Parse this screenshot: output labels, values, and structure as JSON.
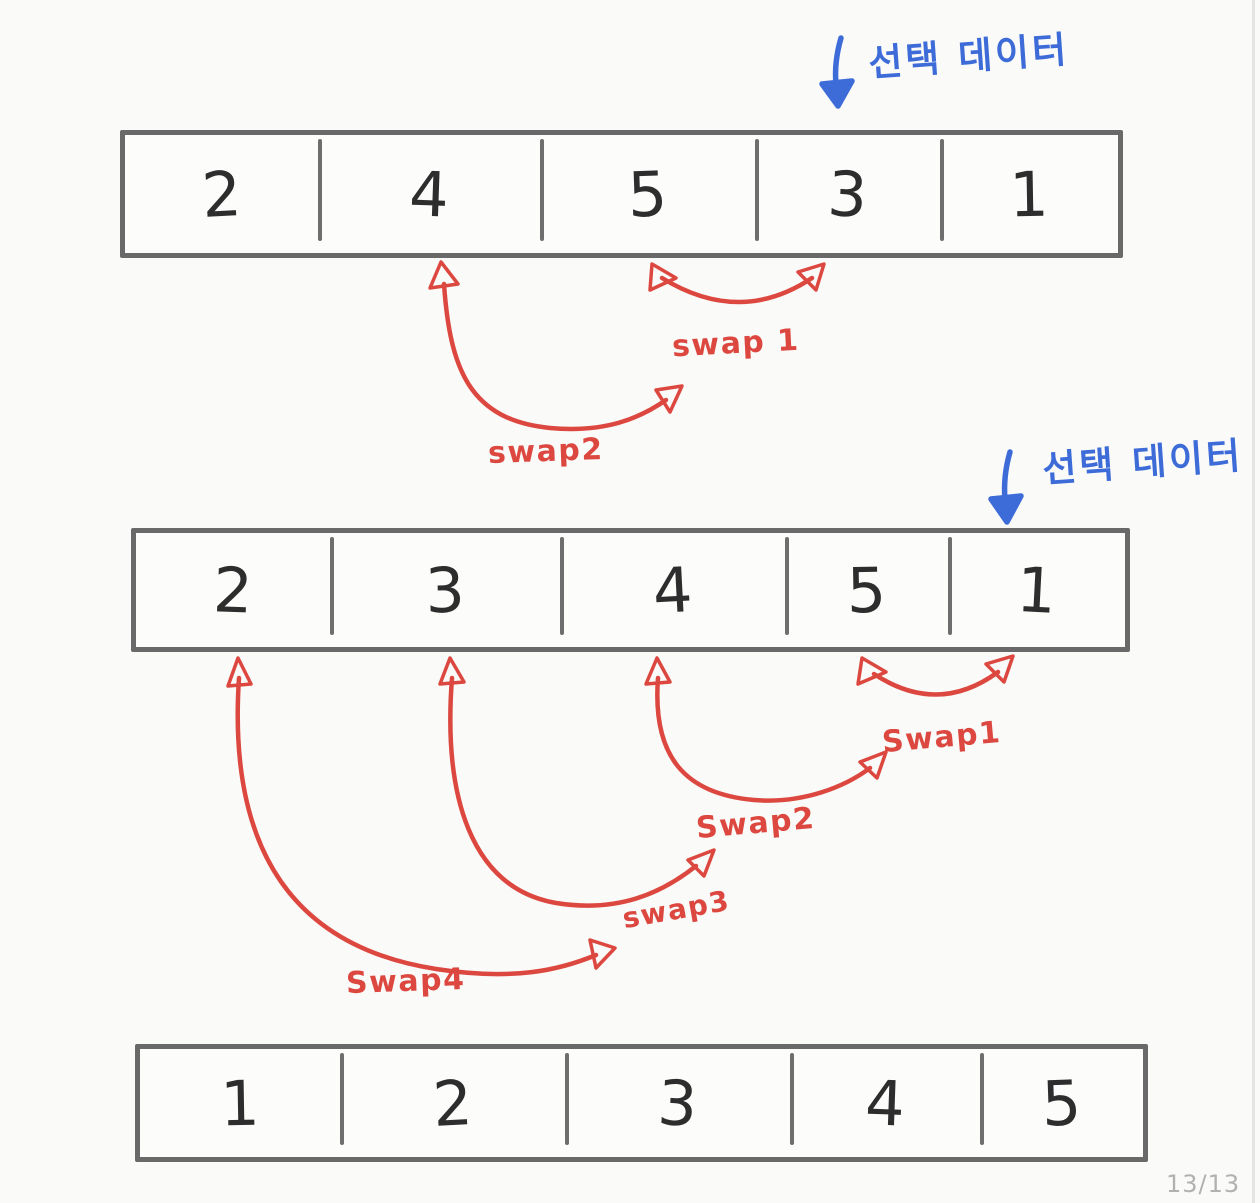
{
  "page": {
    "indicator": "13/13"
  },
  "annotations": {
    "top": {
      "label": "선택 데이터",
      "arrow_icon": "down-arrow"
    },
    "middle": {
      "label": "선택 데이터",
      "arrow_icon": "down-arrow"
    }
  },
  "arrays": [
    {
      "name": "initial-array",
      "values": [
        "2",
        "4",
        "5",
        "3",
        "1"
      ]
    },
    {
      "name": "intermediate-array",
      "values": [
        "2",
        "3",
        "4",
        "5",
        "1"
      ]
    },
    {
      "name": "sorted-array",
      "values": [
        "1",
        "2",
        "3",
        "4",
        "5"
      ]
    }
  ],
  "swap_labels": {
    "top": [
      "swap 1",
      "swap2"
    ],
    "middle": [
      "Swap1",
      "Swap2",
      "swap3",
      "Swap4"
    ]
  },
  "colors": {
    "red": "#dc4840",
    "blue": "#3d6cd8",
    "border_gray": "#696969",
    "ink": "#2d2d2d",
    "background": "#fafaf8",
    "muted": "#b1b1b1"
  }
}
